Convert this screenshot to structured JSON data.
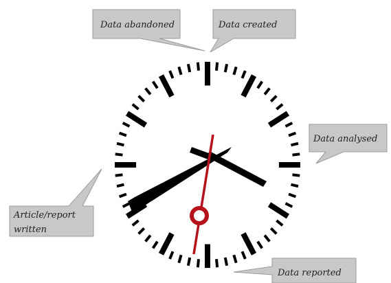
{
  "callouts": {
    "abandoned": "Data abandoned",
    "created": "Data created",
    "analysed": "Data analysed",
    "article_line1": "Article/report",
    "article_line2": "written",
    "reported": "Data reported"
  },
  "clock": {
    "face_color": "#ffffff",
    "tick_color": "#000000",
    "hand_color": "#000000",
    "second_hand_color": "#b5121b"
  },
  "callout_fill": "#c8c8c8",
  "callout_stroke": "#9a9a9a"
}
